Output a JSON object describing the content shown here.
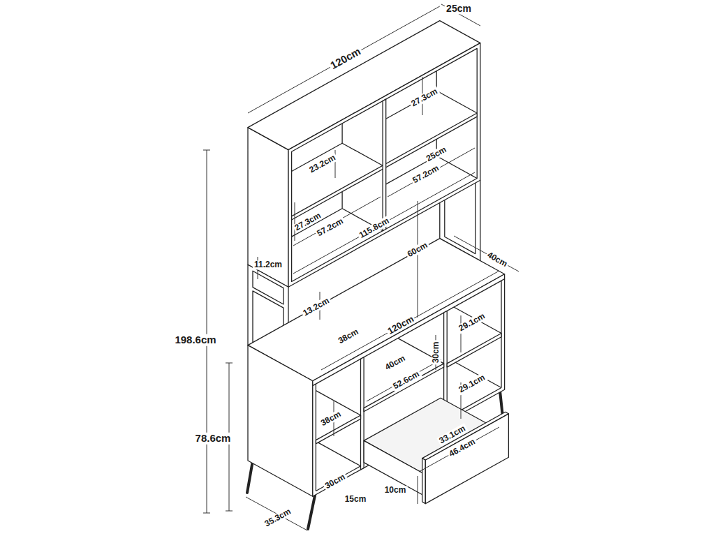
{
  "diagram": {
    "labels": [
      "25cm",
      "120cm",
      "27.3cm",
      "23.2cm",
      "25cm",
      "57.2cm",
      "27.3cm",
      "57.2cm",
      "115.8cm",
      "60cm",
      "40cm",
      "11.2cm",
      "198.6cm",
      "13.2cm",
      "38cm",
      "120cm",
      "29.1cm",
      "40cm",
      "30cm",
      "52.6cm",
      "29.1cm",
      "78.6cm",
      "38cm",
      "33.1cm",
      "46.4cm",
      "30cm",
      "15cm",
      "10cm",
      "35.3cm"
    ]
  }
}
